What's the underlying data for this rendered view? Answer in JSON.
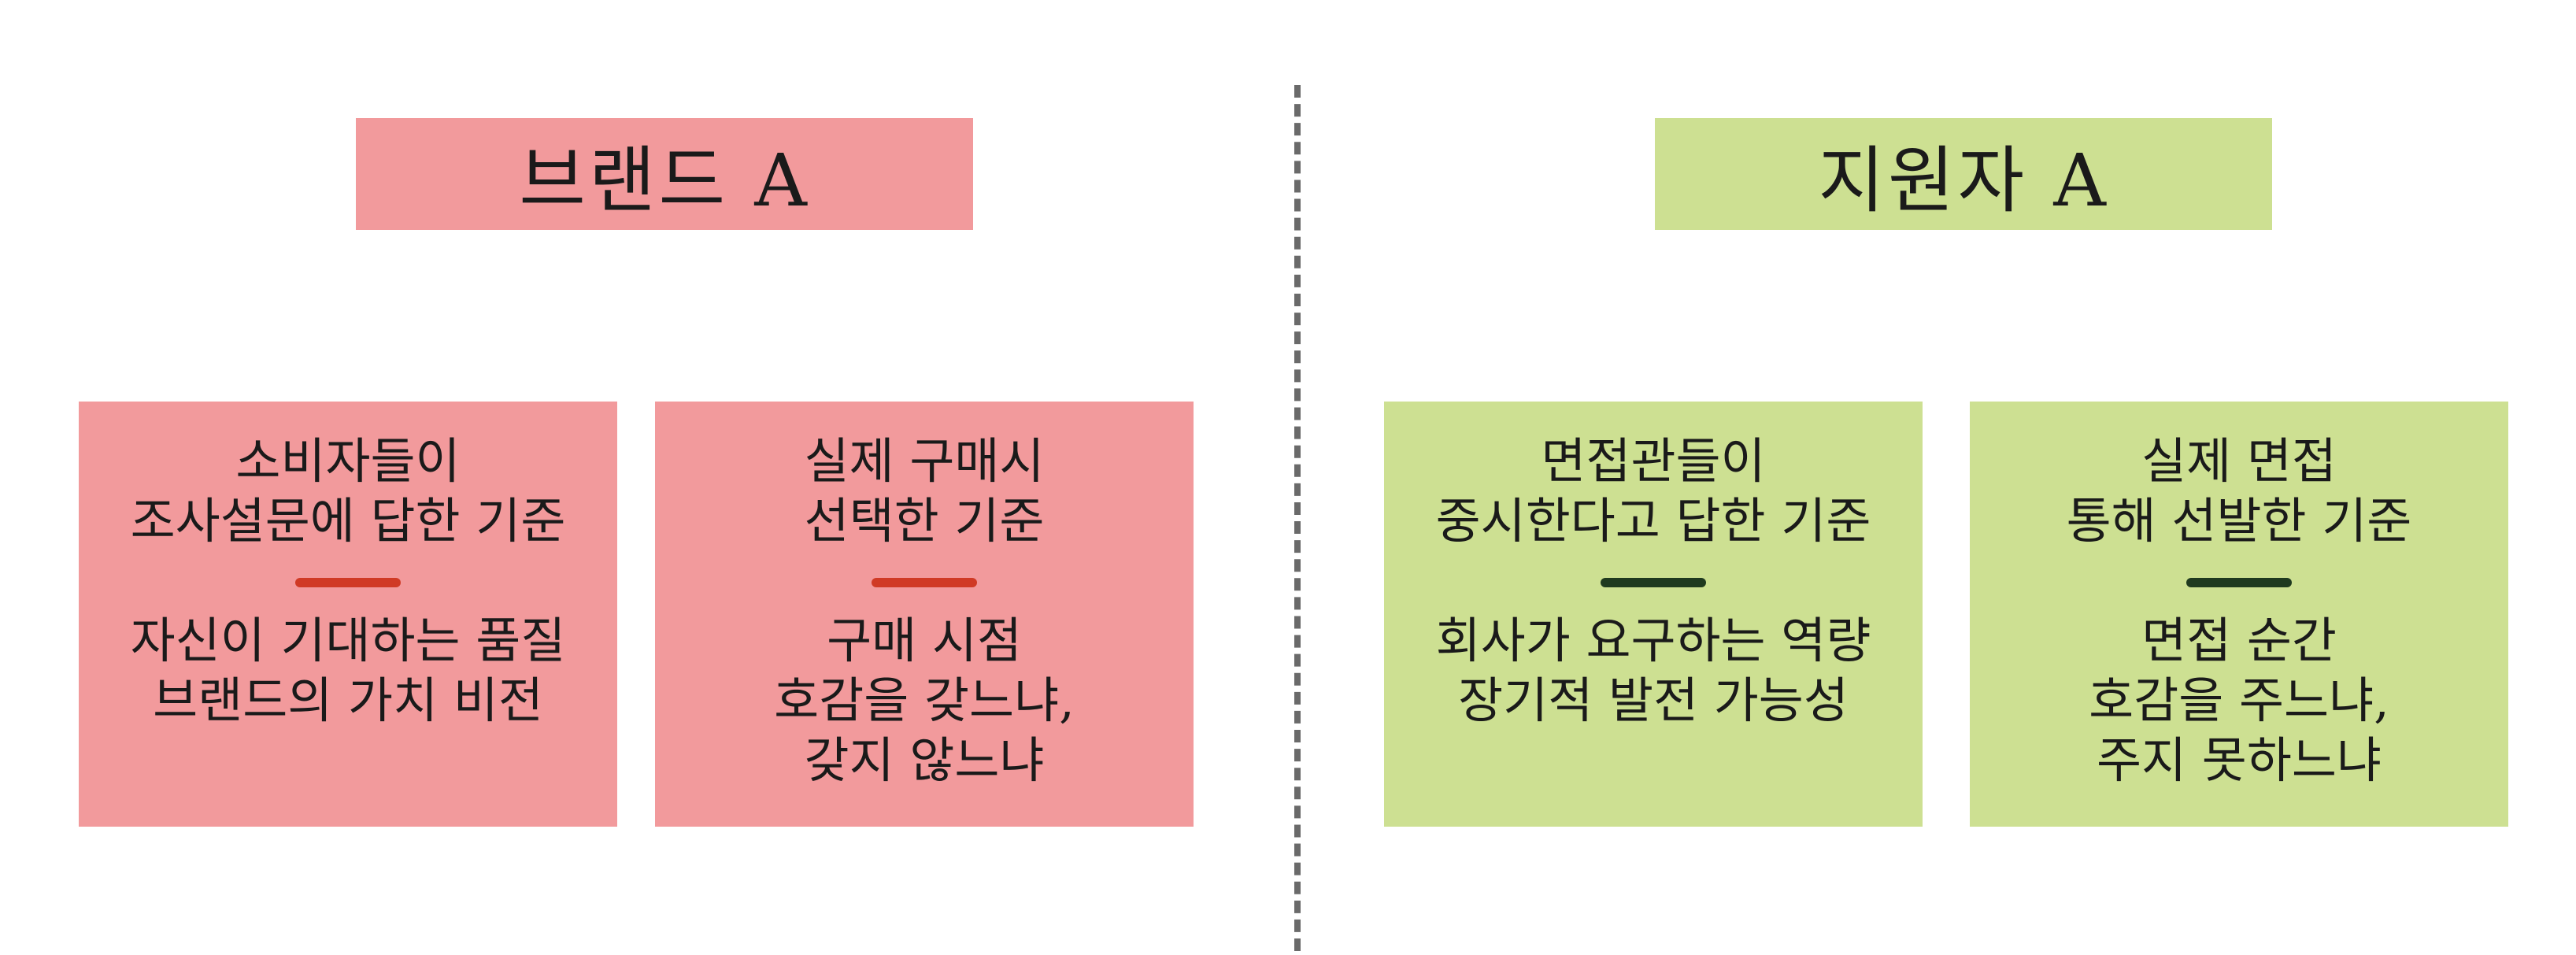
{
  "colors": {
    "brand_fill": "#f29a9c",
    "applicant_fill": "#cde092",
    "brand_divider": "#d03a25",
    "applicant_divider": "#1f3a1f",
    "separator": "#6a6a6a"
  },
  "left": {
    "title": "브랜드 A",
    "cards": [
      {
        "top_lines": [
          "소비자들이",
          "조사설문에 답한 기준"
        ],
        "bottom_lines": [
          "자신이 기대하는 품질",
          "브랜드의 가치 비전"
        ]
      },
      {
        "top_lines": [
          "실제 구매시",
          "선택한 기준"
        ],
        "bottom_lines": [
          "구매 시점",
          "호감을 갖느냐,",
          "갖지 않느냐"
        ]
      }
    ]
  },
  "right": {
    "title": "지원자 A",
    "cards": [
      {
        "top_lines": [
          "면접관들이",
          "중시한다고 답한 기준"
        ],
        "bottom_lines": [
          "회사가 요구하는 역량",
          "장기적 발전 가능성"
        ]
      },
      {
        "top_lines": [
          "실제 면접",
          "통해 선발한 기준"
        ],
        "bottom_lines": [
          "면접 순간",
          "호감을 주느냐,",
          "주지 못하느냐"
        ]
      }
    ]
  }
}
